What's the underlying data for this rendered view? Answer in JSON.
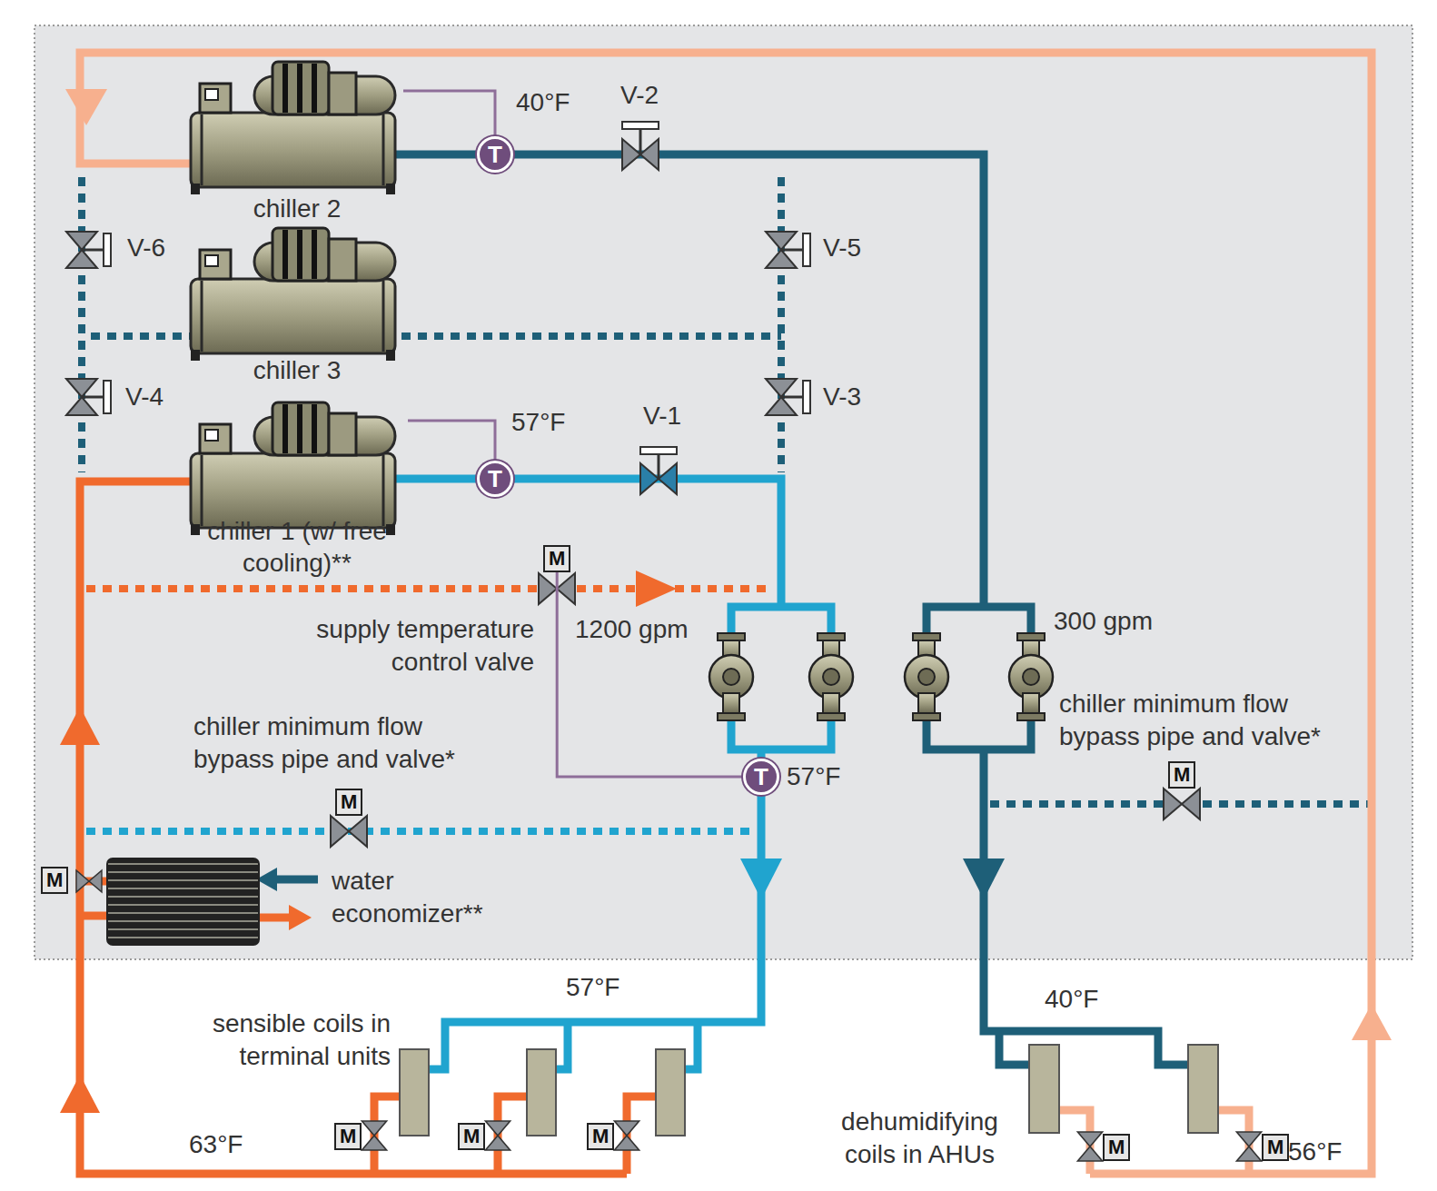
{
  "diagram": {
    "nodes": [
      {
        "text": [
          "chiller 2"
        ]
      },
      {
        "text": [
          "T"
        ]
      },
      {
        "text": [
          "chiller 3"
        ]
      },
      {
        "text": [
          "chiller 1 (w/ free cooling)**"
        ]
      },
      {
        "text": [
          "T"
        ]
      },
      {
        "text": [
          "M"
        ]
      },
      {
        "text": [
          "T"
        ]
      },
      {
        "text": [
          "M"
        ]
      },
      {
        "text": [
          "M"
        ]
      },
      {
        "text": [
          "M"
        ]
      },
      {
        "text": [
          "M"
        ]
      },
      {
        "text": [
          "M"
        ]
      },
      {
        "text": [
          "M"
        ]
      },
      {
        "text": [
          "M"
        ]
      },
      {
        "text": [
          "M"
        ]
      }
    ],
    "edges": [
      {
        "from": 0,
        "to": 1,
        "arrow": "none"
      },
      {
        "from": 3,
        "to": 4,
        "arrow": "none"
      },
      {
        "from": 5,
        "to": 6,
        "arrow": "none"
      }
    ],
    "labels": [
      "40°F",
      "V-2",
      "V-6",
      "V-5",
      "V-4",
      "V-3",
      "57°F",
      "V-1",
      "supply temperature control valve",
      "1200 gpm",
      "300 gpm",
      "chiller minimum flow bypass pipe and valve*",
      "chiller minimum flow bypass pipe and valve*",
      "57°F",
      "water economizer**",
      "57°F",
      "40°F",
      "sensible coils in terminal units",
      "dehumidifying coils in AHUs",
      "63°F",
      "56°F"
    ]
  }
}
